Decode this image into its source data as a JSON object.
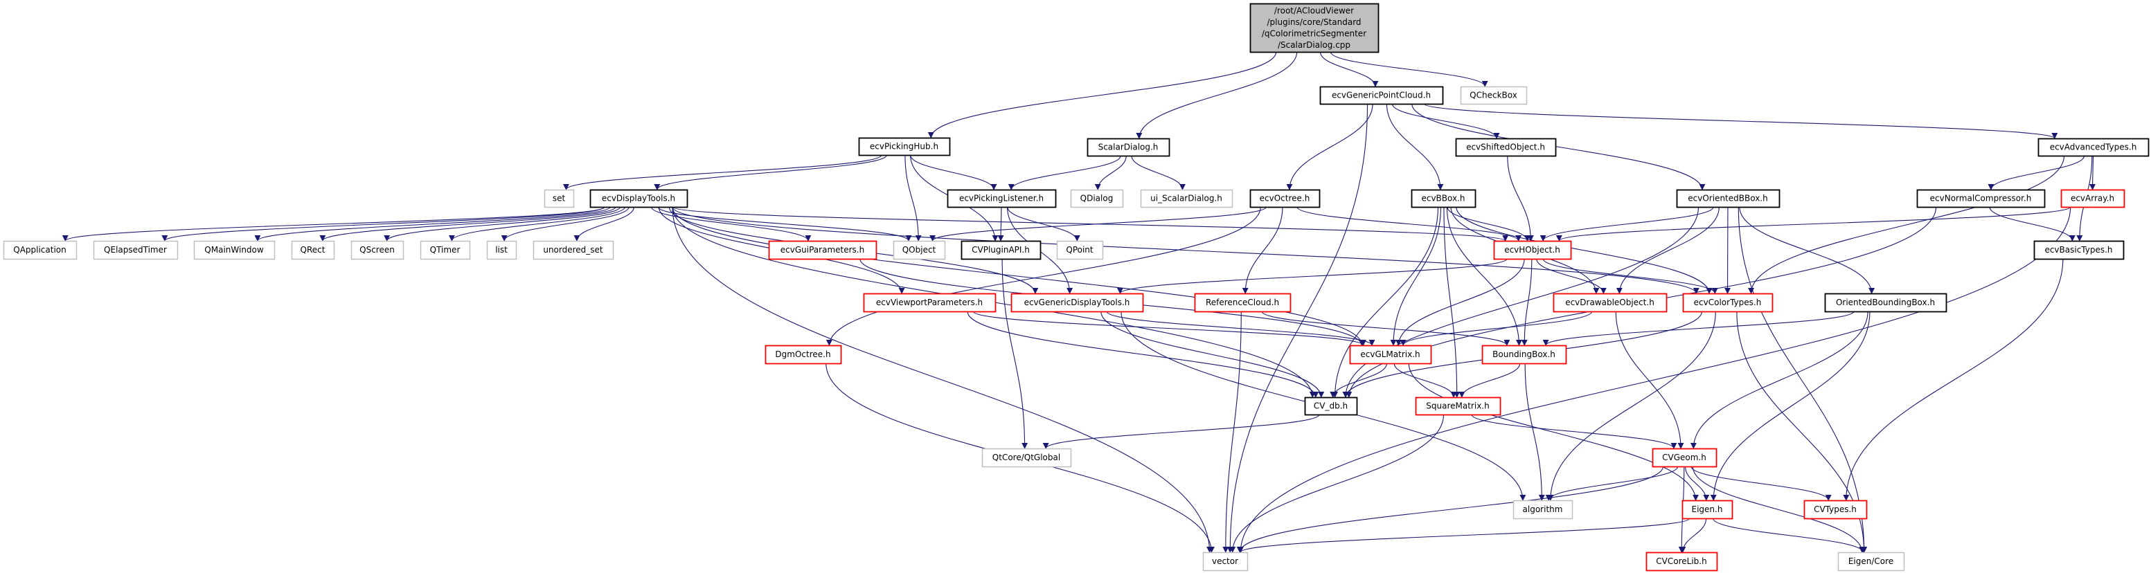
{
  "graph": {
    "colors": {
      "edge": "#191970",
      "documented_border": "#000000",
      "external_border": "#bfbfbf",
      "truncated_border": "#ff0000",
      "root_fill": "#bfbfbf"
    },
    "root": {
      "id": "root",
      "lines": [
        "/root/ACloudViewer",
        "/plugins/core/Standard",
        "/qColorimetricSegmenter",
        "/ScalarDialog.cpp"
      ]
    },
    "nodes": [
      {
        "id": "ecvGenericPointCloud.h",
        "kind": "documented"
      },
      {
        "id": "QCheckBox",
        "kind": "external"
      },
      {
        "id": "ecvPickingHub.h",
        "kind": "documented"
      },
      {
        "id": "ScalarDialog.h",
        "kind": "documented"
      },
      {
        "id": "ecvShiftedObject.h",
        "kind": "documented"
      },
      {
        "id": "ecvAdvancedTypes.h",
        "kind": "documented"
      },
      {
        "id": "set",
        "kind": "external"
      },
      {
        "id": "ecvDisplayTools.h",
        "kind": "documented"
      },
      {
        "id": "ecvPickingListener.h",
        "kind": "documented"
      },
      {
        "id": "QDialog",
        "kind": "external"
      },
      {
        "id": "ui_ScalarDialog.h",
        "kind": "external"
      },
      {
        "id": "ecvOctree.h",
        "kind": "documented"
      },
      {
        "id": "ecvBBox.h",
        "kind": "documented"
      },
      {
        "id": "ecvOrientedBBox.h",
        "kind": "documented"
      },
      {
        "id": "ecvNormalCompressor.h",
        "kind": "documented"
      },
      {
        "id": "ecvArray.h",
        "kind": "truncated"
      },
      {
        "id": "QApplication",
        "kind": "external"
      },
      {
        "id": "QElapsedTimer",
        "kind": "external"
      },
      {
        "id": "QMainWindow",
        "kind": "external"
      },
      {
        "id": "QRect",
        "kind": "external"
      },
      {
        "id": "QScreen",
        "kind": "external"
      },
      {
        "id": "QTimer",
        "kind": "external"
      },
      {
        "id": "list",
        "kind": "external"
      },
      {
        "id": "unordered_set",
        "kind": "external"
      },
      {
        "id": "ecvGuiParameters.h",
        "kind": "truncated"
      },
      {
        "id": "QObject",
        "kind": "external"
      },
      {
        "id": "CVPluginAPI.h",
        "kind": "documented"
      },
      {
        "id": "QPoint",
        "kind": "external"
      },
      {
        "id": "ecvHObject.h",
        "kind": "truncated"
      },
      {
        "id": "ecvBasicTypes.h",
        "kind": "documented"
      },
      {
        "id": "ecvViewportParameters.h",
        "kind": "truncated"
      },
      {
        "id": "ecvGenericDisplayTools.h",
        "kind": "truncated"
      },
      {
        "id": "ReferenceCloud.h",
        "kind": "truncated"
      },
      {
        "id": "ecvDrawableObject.h",
        "kind": "truncated"
      },
      {
        "id": "ecvColorTypes.h",
        "kind": "truncated"
      },
      {
        "id": "OrientedBoundingBox.h",
        "kind": "documented"
      },
      {
        "id": "DgmOctree.h",
        "kind": "truncated"
      },
      {
        "id": "ecvGLMatrix.h",
        "kind": "truncated"
      },
      {
        "id": "BoundingBox.h",
        "kind": "truncated"
      },
      {
        "id": "CV_db.h",
        "kind": "documented"
      },
      {
        "id": "SquareMatrix.h",
        "kind": "truncated"
      },
      {
        "id": "QtCore/QtGlobal",
        "kind": "external"
      },
      {
        "id": "CVGeom.h",
        "kind": "truncated"
      },
      {
        "id": "algorithm",
        "kind": "external"
      },
      {
        "id": "Eigen.h",
        "kind": "truncated"
      },
      {
        "id": "CVTypes.h",
        "kind": "truncated"
      },
      {
        "id": "vector",
        "kind": "external"
      },
      {
        "id": "CVCoreLib.h",
        "kind": "truncated"
      },
      {
        "id": "Eigen/Core",
        "kind": "external"
      }
    ],
    "edges": [
      [
        "root",
        "ecvPickingHub.h"
      ],
      [
        "root",
        "ScalarDialog.h"
      ],
      [
        "root",
        "ecvGenericPointCloud.h"
      ],
      [
        "root",
        "QCheckBox"
      ],
      [
        "ecvPickingHub.h",
        "set"
      ],
      [
        "ecvPickingHub.h",
        "ecvDisplayTools.h"
      ],
      [
        "ecvPickingHub.h",
        "QObject"
      ],
      [
        "ecvPickingHub.h",
        "CVPluginAPI.h"
      ],
      [
        "ecvPickingHub.h",
        "ecvPickingListener.h"
      ],
      [
        "ScalarDialog.h",
        "ecvPickingListener.h"
      ],
      [
        "ScalarDialog.h",
        "QDialog"
      ],
      [
        "ScalarDialog.h",
        "ui_ScalarDialog.h"
      ],
      [
        "ecvPickingListener.h",
        "CVPluginAPI.h"
      ],
      [
        "ecvPickingListener.h",
        "QPoint"
      ],
      [
        "ecvPickingListener.h",
        "ecvGenericDisplayTools.h"
      ],
      [
        "CVPluginAPI.h",
        "QtCore/QtGlobal"
      ],
      [
        "ecvDisplayTools.h",
        "QApplication"
      ],
      [
        "ecvDisplayTools.h",
        "QElapsedTimer"
      ],
      [
        "ecvDisplayTools.h",
        "QMainWindow"
      ],
      [
        "ecvDisplayTools.h",
        "QRect"
      ],
      [
        "ecvDisplayTools.h",
        "QScreen"
      ],
      [
        "ecvDisplayTools.h",
        "QTimer"
      ],
      [
        "ecvDisplayTools.h",
        "list"
      ],
      [
        "ecvDisplayTools.h",
        "unordered_set"
      ],
      [
        "ecvDisplayTools.h",
        "ecvGuiParameters.h"
      ],
      [
        "ecvDisplayTools.h",
        "QObject"
      ],
      [
        "ecvDisplayTools.h",
        "ecvHObject.h"
      ],
      [
        "ecvDisplayTools.h",
        "ecvViewportParameters.h"
      ],
      [
        "ecvDisplayTools.h",
        "ecvGenericDisplayTools.h"
      ],
      [
        "ecvDisplayTools.h",
        "ecvColorTypes.h"
      ],
      [
        "ecvDisplayTools.h",
        "ecvGLMatrix.h"
      ],
      [
        "ecvDisplayTools.h",
        "CV_db.h"
      ],
      [
        "ecvDisplayTools.h",
        "vector"
      ],
      [
        "ecvGuiParameters.h",
        "ecvGLMatrix.h"
      ],
      [
        "ecvViewportParameters.h",
        "ecvGLMatrix.h"
      ],
      [
        "ecvViewportParameters.h",
        "CV_db.h"
      ],
      [
        "ecvGenericDisplayTools.h",
        "ecvGLMatrix.h"
      ],
      [
        "ecvGenericDisplayTools.h",
        "CV_db.h"
      ],
      [
        "ecvGenericDisplayTools.h",
        "algorithm"
      ],
      [
        "ReferenceCloud.h",
        "vector"
      ],
      [
        "ReferenceCloud.h",
        "BoundingBox.h"
      ],
      [
        "DgmOctree.h",
        "vector"
      ],
      [
        "ecvGenericPointCloud.h",
        "ecvOctree.h"
      ],
      [
        "ecvGenericPointCloud.h",
        "vector"
      ],
      [
        "ecvGenericPointCloud.h",
        "ecvBBox.h"
      ],
      [
        "ecvGenericPointCloud.h",
        "ecvShiftedObject.h"
      ],
      [
        "ecvGenericPointCloud.h",
        "ecvOrientedBBox.h"
      ],
      [
        "ecvGenericPointCloud.h",
        "ecvAdvancedTypes.h"
      ],
      [
        "ecvOctree.h",
        "QObject"
      ],
      [
        "ecvOctree.h",
        "ecvHObject.h"
      ],
      [
        "ecvOctree.h",
        "ReferenceCloud.h"
      ],
      [
        "ecvOctree.h",
        "DgmOctree.h"
      ],
      [
        "ecvShiftedObject.h",
        "ecvHObject.h"
      ],
      [
        "ecvBBox.h",
        "ecvHObject.h"
      ],
      [
        "ecvBBox.h",
        "ecvDrawableObject.h"
      ],
      [
        "ecvBBox.h",
        "ecvColorTypes.h"
      ],
      [
        "ecvBBox.h",
        "BoundingBox.h"
      ],
      [
        "ecvBBox.h",
        "SquareMatrix.h"
      ],
      [
        "ecvBBox.h",
        "ecvGLMatrix.h"
      ],
      [
        "ecvBBox.h",
        "CV_db.h"
      ],
      [
        "ecvOrientedBBox.h",
        "ecvHObject.h"
      ],
      [
        "ecvOrientedBBox.h",
        "ecvDrawableObject.h"
      ],
      [
        "ecvOrientedBBox.h",
        "ecvColorTypes.h"
      ],
      [
        "ecvOrientedBBox.h",
        "OrientedBoundingBox.h"
      ],
      [
        "ecvOrientedBBox.h",
        "CV_db.h"
      ],
      [
        "ecvOrientedBBox.h",
        "Eigen/Core"
      ],
      [
        "ecvAdvancedTypes.h",
        "ecvNormalCompressor.h"
      ],
      [
        "ecvAdvancedTypes.h",
        "ecvArray.h"
      ],
      [
        "ecvAdvancedTypes.h",
        "ecvBasicTypes.h"
      ],
      [
        "ecvAdvancedTypes.h",
        "ecvColorTypes.h"
      ],
      [
        "ecvNormalCompressor.h",
        "ecvBasicTypes.h"
      ],
      [
        "ecvNormalCompressor.h",
        "CV_db.h"
      ],
      [
        "ecvArray.h",
        "ecvHObject.h"
      ],
      [
        "ecvArray.h",
        "vector"
      ],
      [
        "ecvBasicTypes.h",
        "CVTypes.h"
      ],
      [
        "ecvHObject.h",
        "ecvGenericDisplayTools.h"
      ],
      [
        "ecvHObject.h",
        "ecvDrawableObject.h"
      ],
      [
        "ecvHObject.h",
        "ecvColorTypes.h"
      ],
      [
        "ecvHObject.h",
        "BoundingBox.h"
      ],
      [
        "ecvHObject.h",
        "ecvGLMatrix.h"
      ],
      [
        "ecvDrawableObject.h",
        "ecvGLMatrix.h"
      ],
      [
        "ecvDrawableObject.h",
        "CVGeom.h"
      ],
      [
        "ecvColorTypes.h",
        "CV_db.h"
      ],
      [
        "ecvColorTypes.h",
        "algorithm"
      ],
      [
        "ecvColorTypes.h",
        "Eigen/Core"
      ],
      [
        "OrientedBoundingBox.h",
        "BoundingBox.h"
      ],
      [
        "OrientedBoundingBox.h",
        "CVGeom.h"
      ],
      [
        "OrientedBoundingBox.h",
        "Eigen.h"
      ],
      [
        "ecvGLMatrix.h",
        "CV_db.h"
      ],
      [
        "ecvGLMatrix.h",
        "SquareMatrix.h"
      ],
      [
        "ecvGLMatrix.h",
        "Eigen.h"
      ],
      [
        "BoundingBox.h",
        "SquareMatrix.h"
      ],
      [
        "BoundingBox.h",
        "algorithm"
      ],
      [
        "CV_db.h",
        "QtCore/QtGlobal"
      ],
      [
        "SquareMatrix.h",
        "CVGeom.h"
      ],
      [
        "SquareMatrix.h",
        "vector"
      ],
      [
        "CVGeom.h",
        "algorithm"
      ],
      [
        "CVGeom.h",
        "vector"
      ],
      [
        "CVGeom.h",
        "Eigen.h"
      ],
      [
        "CVGeom.h",
        "CVCoreLib.h"
      ],
      [
        "CVGeom.h",
        "CVTypes.h"
      ],
      [
        "CVGeom.h",
        "Eigen/Core"
      ],
      [
        "Eigen.h",
        "vector"
      ],
      [
        "Eigen.h",
        "CVCoreLib.h"
      ],
      [
        "Eigen.h",
        "Eigen/Core"
      ]
    ]
  }
}
